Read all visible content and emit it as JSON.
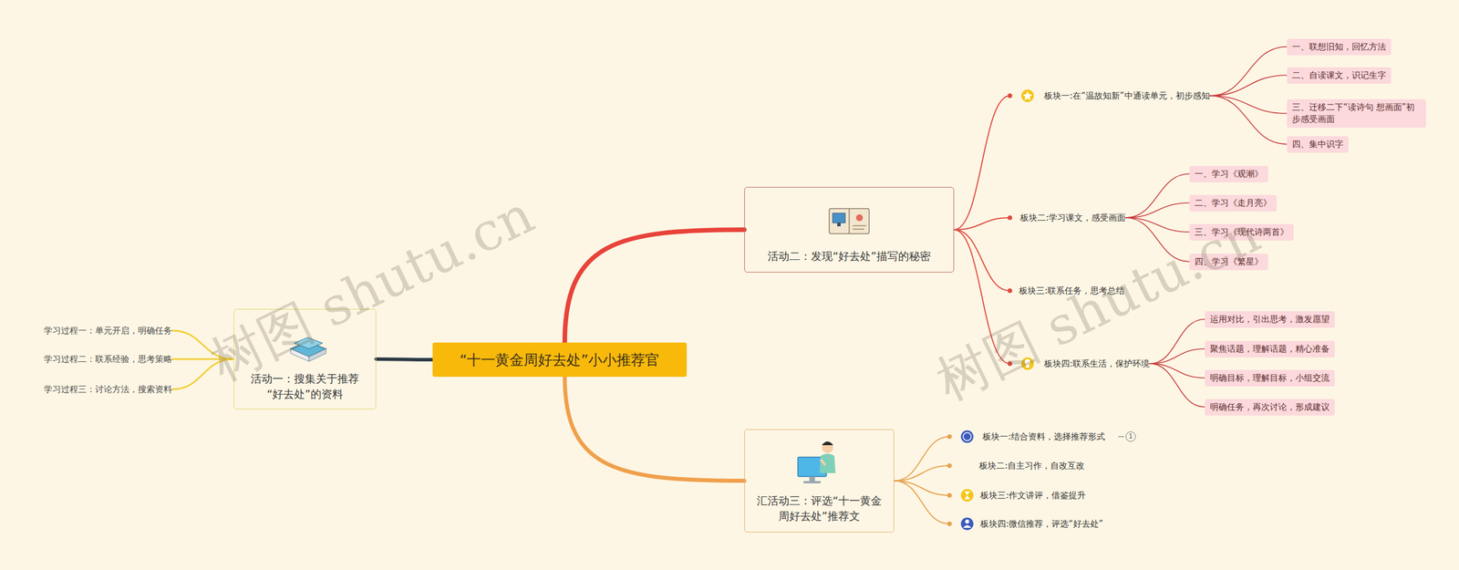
{
  "diagram": {
    "nodes": [
      {
        "text": [
          "“十一黄金周好去处”小小推荐官"
        ]
      },
      {
        "text": [
          "活动二：发现“好去处”描写的秘密"
        ]
      },
      {
        "text": [
          "板块一:在“温故知新”中通读单元，初步感知"
        ]
      },
      {
        "text": [
          "一、联想旧知，回忆方法"
        ]
      },
      {
        "text": [
          "二、自读课文，识记生字"
        ]
      },
      {
        "text": [
          "三、迁移二下“读诗句 想画面”初步感受画面"
        ]
      },
      {
        "text": [
          "四、集中识字"
        ]
      },
      {
        "text": [
          "板块二:学习课文，感受画面"
        ]
      },
      {
        "text": [
          "一、学习《观潮》"
        ]
      },
      {
        "text": [
          "二、学习《走月亮》"
        ]
      },
      {
        "text": [
          "三、学习《现代诗两首》"
        ]
      },
      {
        "text": [
          "四、学习《繁星》"
        ]
      },
      {
        "text": [
          "板块三:联系任务，思考总结"
        ]
      },
      {
        "text": [
          "板块四:联系生活，保护环境"
        ]
      },
      {
        "text": [
          "运用对比，引出思考，激发愿望"
        ]
      },
      {
        "text": [
          "聚焦话题，理解话题，精心准备"
        ]
      },
      {
        "text": [
          "明确目标，理解目标，小组交流"
        ]
      },
      {
        "text": [
          "明确任务，再次讨论，形成建议"
        ]
      },
      {
        "text": [
          "汇活动三：评选“十一黄金周好去处”推荐文"
        ]
      },
      {
        "text": [
          "板块一:结合资料，选择推荐形式"
        ]
      },
      {
        "text": [
          "板块二:自主习作，自改互改"
        ]
      },
      {
        "text": [
          "板块三:作文讲评，借鉴提升"
        ]
      },
      {
        "text": [
          "板块四:微信推荐，评选“好去处”"
        ]
      },
      {
        "text": [
          "活动一：搜集关于推荐“好去处”的资料"
        ]
      },
      {
        "text": [
          "学习过程一：单元开启，明确任务"
        ]
      },
      {
        "text": [
          "学习过程二：联系经验，思考策略"
        ]
      },
      {
        "text": [
          "学习过程三：讨论方法，搜索资料"
        ]
      }
    ],
    "edges": [
      {
        "from": 0,
        "to": 1,
        "arrow": "none"
      },
      {
        "from": 1,
        "to": 2,
        "arrow": "none"
      },
      {
        "from": 2,
        "to": 3,
        "arrow": "none"
      },
      {
        "from": 2,
        "to": 4,
        "arrow": "none"
      },
      {
        "from": 2,
        "to": 5,
        "arrow": "none"
      },
      {
        "from": 2,
        "to": 6,
        "arrow": "none"
      },
      {
        "from": 1,
        "to": 7,
        "arrow": "none"
      },
      {
        "from": 7,
        "to": 8,
        "arrow": "none"
      },
      {
        "from": 7,
        "to": 9,
        "arrow": "none"
      },
      {
        "from": 7,
        "to": 10,
        "arrow": "none"
      },
      {
        "from": 7,
        "to": 11,
        "arrow": "none"
      },
      {
        "from": 1,
        "to": 12,
        "arrow": "none"
      },
      {
        "from": 1,
        "to": 13,
        "arrow": "none"
      },
      {
        "from": 13,
        "to": 14,
        "arrow": "none"
      },
      {
        "from": 13,
        "to": 15,
        "arrow": "none"
      },
      {
        "from": 13,
        "to": 16,
        "arrow": "none"
      },
      {
        "from": 13,
        "to": 17,
        "arrow": "none"
      },
      {
        "from": 0,
        "to": 18,
        "arrow": "none"
      },
      {
        "from": 18,
        "to": 19,
        "arrow": "none"
      },
      {
        "from": 18,
        "to": 20,
        "arrow": "none"
      },
      {
        "from": 18,
        "to": 21,
        "arrow": "none"
      },
      {
        "from": 18,
        "to": 22,
        "arrow": "none"
      },
      {
        "from": 0,
        "to": 23,
        "arrow": "none"
      },
      {
        "from": 23,
        "to": 24,
        "arrow": "none"
      },
      {
        "from": 23,
        "to": 25,
        "arrow": "none"
      },
      {
        "from": 23,
        "to": 26,
        "arrow": "none"
      }
    ],
    "labels": [
      "树图 shutu.cn",
      "树图 shutu.cn",
      "1"
    ]
  }
}
